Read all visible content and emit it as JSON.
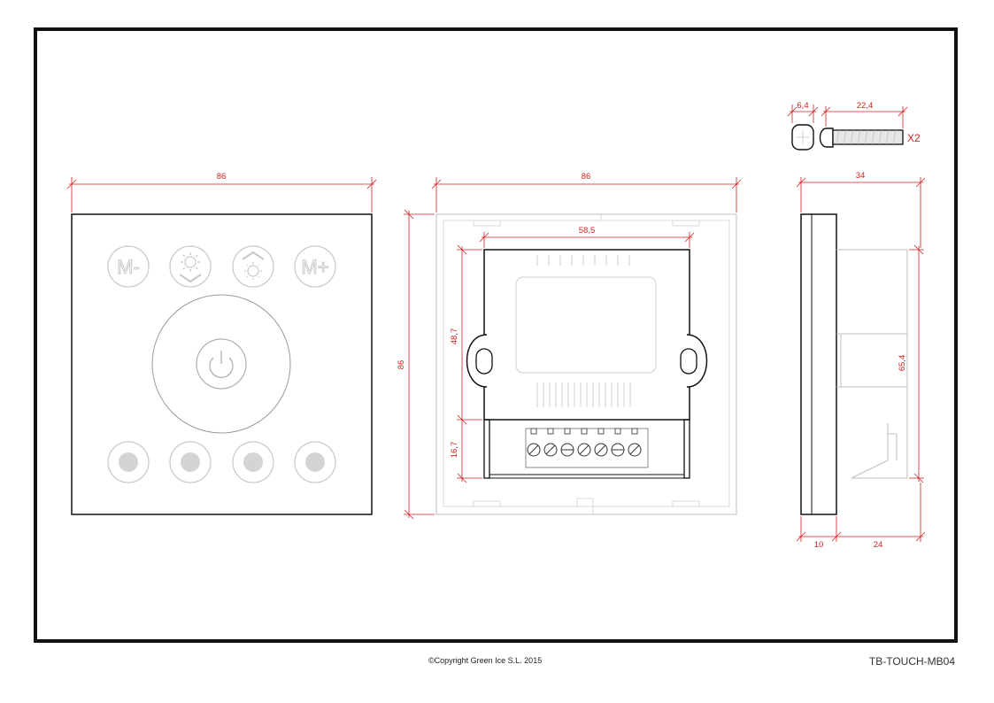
{
  "drawing": {
    "front_view": {
      "dim_width": "86",
      "buttons": {
        "m_minus": "M-",
        "m_plus": "M+"
      }
    },
    "back_view": {
      "dim_width": "86",
      "dim_height": "86",
      "dim_module_width": "58,5",
      "dim_upper_height": "48,7",
      "dim_lower_height": "16,7"
    },
    "side_view": {
      "dim_depth_total": "34",
      "dim_face_depth": "10",
      "dim_body_depth": "24",
      "dim_body_height": "65,4"
    },
    "screw": {
      "dim_head": "6,4",
      "dim_length": "22,4",
      "quantity": "X2"
    }
  },
  "footer": {
    "copyright": "©Copyright Green Ice S.L. 2015",
    "reference": "TB-TOUCH-MB04"
  },
  "colors": {
    "frame": "#111111",
    "dimension": "#cc2222",
    "faint": "#c8c8c8"
  }
}
